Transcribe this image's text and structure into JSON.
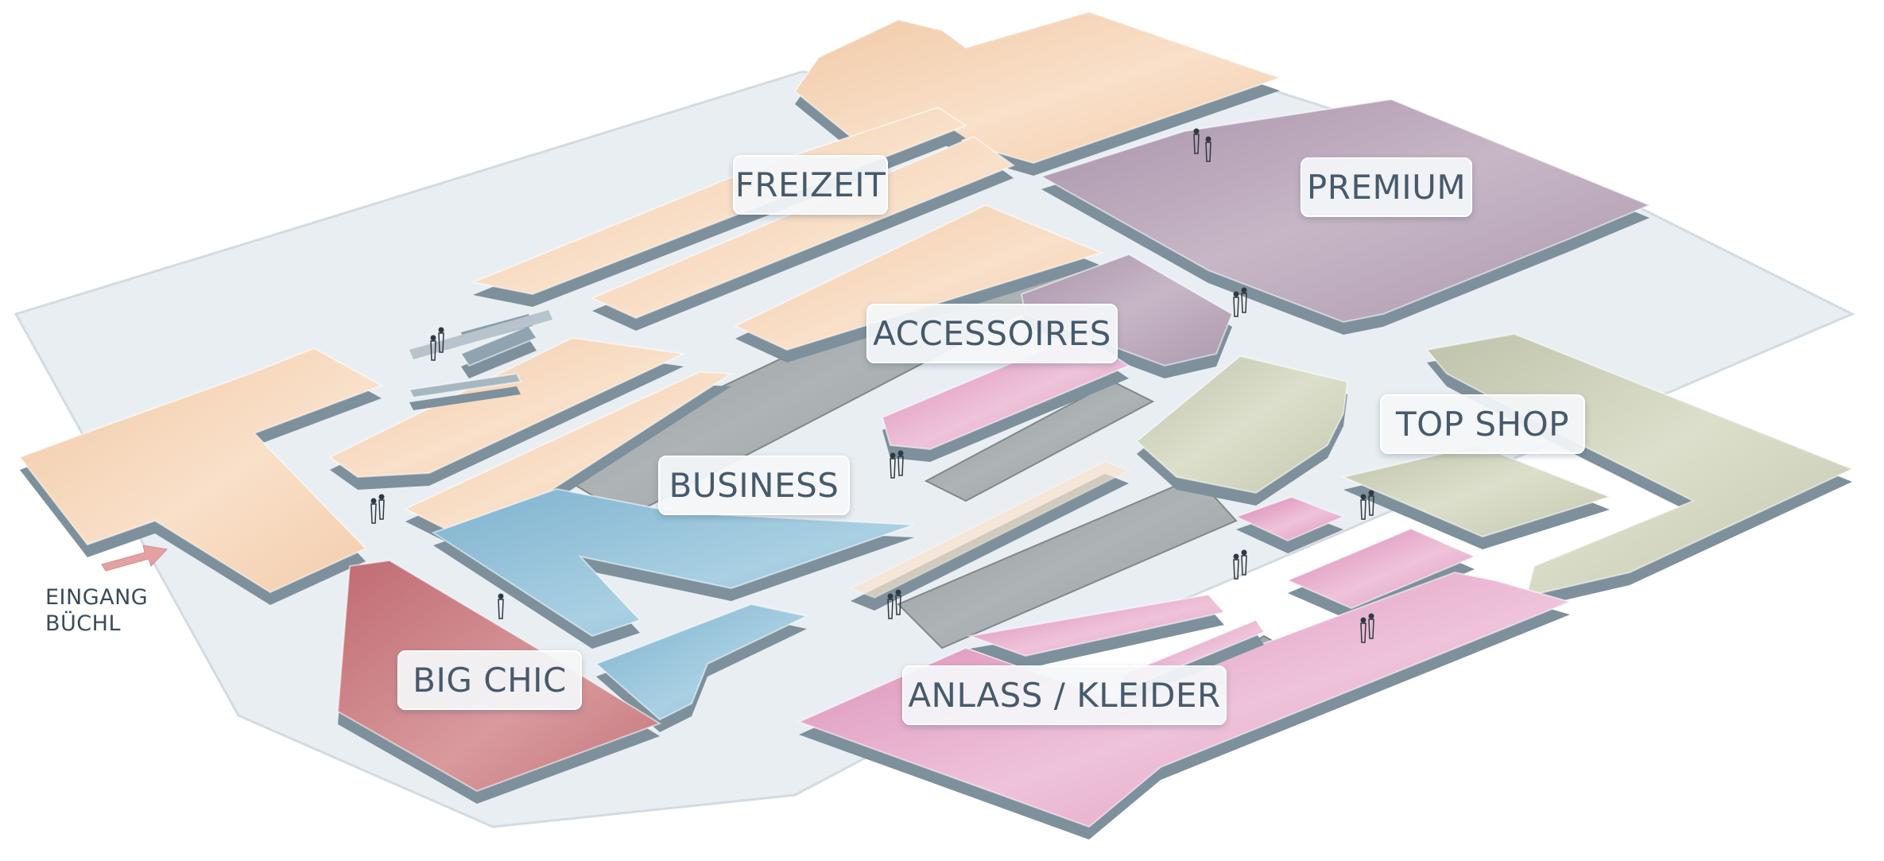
{
  "map": {
    "departments": [
      {
        "key": "freizeit",
        "label": "FREIZEIT",
        "color": "#f5d2b2"
      },
      {
        "key": "premium",
        "label": "PREMIUM",
        "color": "#b7a3b8"
      },
      {
        "key": "accessoires",
        "label": "ACCESSOIRES",
        "color": "#e7b4cd"
      },
      {
        "key": "top-shop",
        "label": "TOP SHOP",
        "color": "#c6cab3"
      },
      {
        "key": "business",
        "label": "BUSINESS",
        "color": "#8cbcd6"
      },
      {
        "key": "big-chic",
        "label": "BIG CHIC",
        "color": "#c8767c"
      },
      {
        "key": "anlass",
        "label": "ANLASS / KLEIDER",
        "color": "#de9cc0"
      }
    ],
    "entrance": {
      "line1": "EINGANG",
      "line2": "BÜCHL",
      "arrow_color": "#e3a1a1"
    },
    "colors": {
      "floor_edge": "#7d909c",
      "walkway": "#eef2f5",
      "concrete": "#9aa3a5"
    }
  }
}
